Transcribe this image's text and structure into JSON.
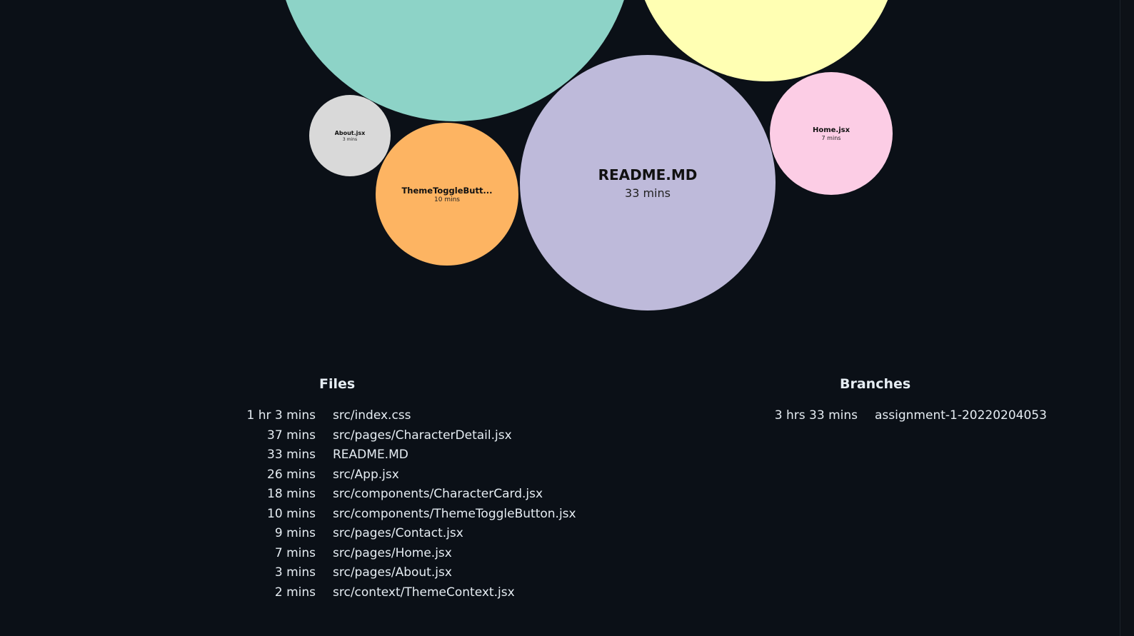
{
  "chart_data": {
    "type": "bubble",
    "bubbles": [
      {
        "name": "",
        "time": "",
        "color": "#8dd3c7"
      },
      {
        "name": "",
        "time": "",
        "color": "#ffffb3"
      },
      {
        "name": "README.MD",
        "time": "33 mins",
        "color": "#bebada"
      },
      {
        "name": "ThemeToggleButt...",
        "time": "10 mins",
        "color": "#fdb462"
      },
      {
        "name": "About.jsx",
        "time": "3 mins",
        "color": "#d9d9d9"
      },
      {
        "name": "Home.jsx",
        "time": "7 mins",
        "color": "#fccde5"
      }
    ]
  },
  "files": {
    "title": "Files",
    "items": [
      {
        "duration": "1 hr 3 mins",
        "path": "src/index.css"
      },
      {
        "duration": "37 mins",
        "path": "src/pages/CharacterDetail.jsx"
      },
      {
        "duration": "33 mins",
        "path": "README.MD"
      },
      {
        "duration": "26 mins",
        "path": "src/App.jsx"
      },
      {
        "duration": "18 mins",
        "path": "src/components/CharacterCard.jsx"
      },
      {
        "duration": "10 mins",
        "path": "src/components/ThemeToggleButton.jsx"
      },
      {
        "duration": "9 mins",
        "path": "src/pages/Contact.jsx"
      },
      {
        "duration": "7 mins",
        "path": "src/pages/Home.jsx"
      },
      {
        "duration": "3 mins",
        "path": "src/pages/About.jsx"
      },
      {
        "duration": "2 mins",
        "path": "src/context/ThemeContext.jsx"
      }
    ]
  },
  "branches": {
    "title": "Branches",
    "items": [
      {
        "duration": "3 hrs 33 mins",
        "path": "assignment-1-20220204053"
      }
    ]
  }
}
